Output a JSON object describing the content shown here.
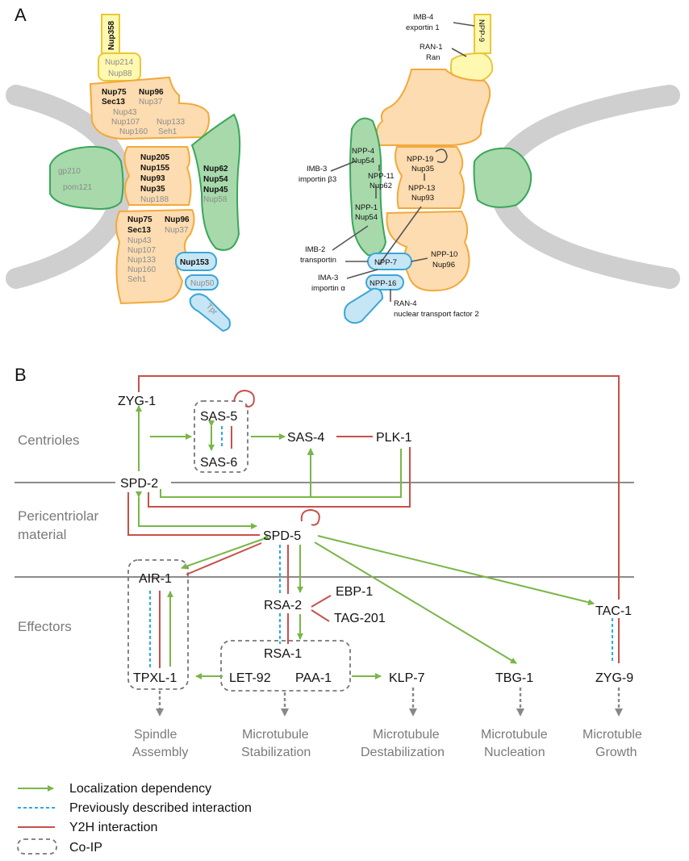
{
  "panelA": {
    "label": "A",
    "left": {
      "nup358": "Nup358",
      "nup214": "Nup214",
      "nup88": "Nup88",
      "top_bold_1": "Nup75",
      "top_bold_2": "Nup96",
      "top_bold_3": "Sec13",
      "top_grey_1": "Nup37",
      "top_grey_2": "Nup43",
      "top_grey_3": "Nup107",
      "top_grey_4": "Nup133",
      "top_grey_5": "Nup160",
      "top_grey_6": "Seh1",
      "gp210": "gp210",
      "pom121": "pom121",
      "mid_bold_1": "Nup205",
      "mid_bold_2": "Nup155",
      "mid_bold_3": "Nup93",
      "mid_bold_4": "Nup35",
      "mid_grey_1": "Nup188",
      "green_bold_1": "Nup62",
      "green_bold_2": "Nup54",
      "green_bold_3": "Nup45",
      "green_grey_1": "Nup58",
      "bot_bold_1": "Nup75",
      "bot_bold_2": "Nup96",
      "bot_bold_3": "Sec13",
      "bot_grey_1": "Nup37",
      "bot_grey_2": "Nup43",
      "bot_grey_3": "Nup107",
      "bot_grey_4": "Nup133",
      "bot_grey_5": "Nup160",
      "bot_grey_6": "Seh1",
      "nup153": "Nup153",
      "nup50": "Nup50",
      "tpr": "Tpr"
    },
    "right": {
      "imb4_1": "IMB-4",
      "imb4_2": "exportin 1",
      "npp9": "NPP-9",
      "ran1_1": "RAN-1",
      "ran1_2": "Ran",
      "npp4_1": "NPP-4",
      "npp4_2": "Nup54",
      "npp11_1": "NPP-11",
      "npp11_2": "Nup62",
      "npp1_1": "NPP-1",
      "npp1_2": "Nup54",
      "imb3_1": "IMB-3",
      "imb3_2": "importin β3",
      "npp19_1": "NPP-19",
      "npp19_2": "Nup35",
      "npp13_1": "NPP-13",
      "npp13_2": "Nup93",
      "imb2_1": "IMB-2",
      "imb2_2": "transportin",
      "npp7": "NPP-7",
      "npp10_1": "NPP-10",
      "npp10_2": "Nup96",
      "ima3_1": "IMA-3",
      "ima3_2": "importin α",
      "npp16": "NPP-16",
      "ran4_1": "RAN-4",
      "ran4_2": "nuclear transport factor 2"
    }
  },
  "panelB": {
    "label": "B",
    "regions": {
      "centrioles": "Centrioles",
      "pcm_1": "Pericentriolar",
      "pcm_2": "material",
      "effectors": "Effectors"
    },
    "nodes": {
      "zyg1": "ZYG-1",
      "sas5": "SAS-5",
      "sas6": "SAS-6",
      "sas4": "SAS-4",
      "plk1": "PLK-1",
      "spd2": "SPD-2",
      "spd5": "SPD-5",
      "air1": "AIR-1",
      "tpxl1": "TPXL-1",
      "rsa2": "RSA-2",
      "ebp1": "EBP-1",
      "tag201": "TAG-201",
      "rsa1": "RSA-1",
      "let92": "LET-92",
      "paa1": "PAA-1",
      "klp7": "KLP-7",
      "tbg1": "TBG-1",
      "tac1": "TAC-1",
      "zyg9": "ZYG-9"
    },
    "processes": {
      "p1_a": "Spindle",
      "p1_b": "Assembly",
      "p2_a": "Microtubule",
      "p2_b": "Stabilization",
      "p3_a": "Microtubule",
      "p3_b": "Destabilization",
      "p4_a": "Microtubule",
      "p4_b": "Nucleation",
      "p5_a": "Microtuble",
      "p5_b": "Growth"
    },
    "legend": {
      "localization": "Localization dependency",
      "previous": "Previously described interaction",
      "y2h": "Y2H interaction",
      "coip": "Co-IP"
    },
    "colors": {
      "localization": "#7ab648",
      "previous": "#29abe2",
      "y2h": "#c8504a",
      "coip": "#777777"
    }
  }
}
